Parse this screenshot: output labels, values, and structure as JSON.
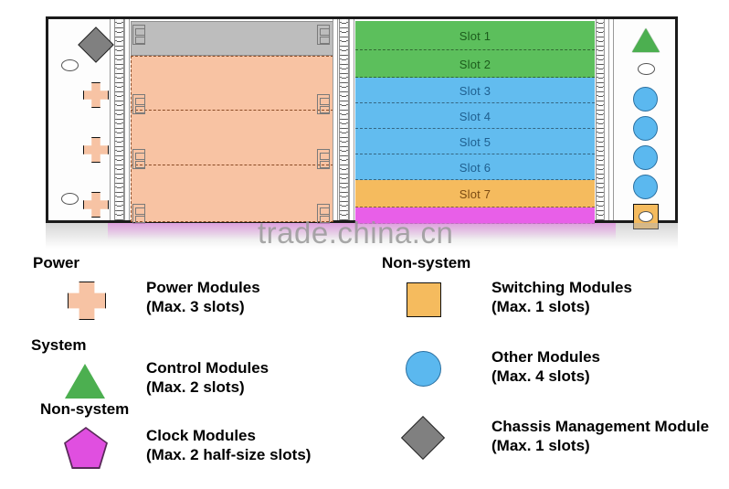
{
  "diagram": {
    "watermark": "trade.china.cn",
    "slots": [
      {
        "label": "Slot 1",
        "type": "control",
        "color": "#5cbf5c"
      },
      {
        "label": "Slot 2",
        "type": "control",
        "color": "#5cbf5c"
      },
      {
        "label": "Slot 3",
        "type": "other",
        "color": "#62bcef"
      },
      {
        "label": "Slot 4",
        "type": "other",
        "color": "#62bcef"
      },
      {
        "label": "Slot 5",
        "type": "other",
        "color": "#62bcef"
      },
      {
        "label": "Slot 6",
        "type": "other",
        "color": "#62bcef"
      },
      {
        "label": "Slot 7",
        "type": "switching",
        "color": "#f5bb5e"
      },
      {
        "label": "",
        "type": "clock",
        "color": "#e85fe8"
      }
    ],
    "left_ear_glyphs": [
      {
        "name": "chassis-management-diamond",
        "shape": "diamond",
        "color": "#808080"
      },
      {
        "name": "power-module-cross-1",
        "shape": "cross",
        "color": "#f7c3a4"
      },
      {
        "name": "power-module-cross-2",
        "shape": "cross",
        "color": "#f7c3a4"
      },
      {
        "name": "power-module-cross-3",
        "shape": "cross",
        "color": "#f7c3a4"
      }
    ],
    "right_ear_glyphs": [
      {
        "name": "control-module-triangle",
        "shape": "triangle",
        "color": "#4caf50"
      },
      {
        "name": "other-module-circle-1",
        "shape": "circle",
        "color": "#5bb8ef"
      },
      {
        "name": "other-module-circle-2",
        "shape": "circle",
        "color": "#5bb8ef"
      },
      {
        "name": "other-module-circle-3",
        "shape": "circle",
        "color": "#5bb8ef"
      },
      {
        "name": "other-module-circle-4",
        "shape": "circle",
        "color": "#5bb8ef"
      },
      {
        "name": "switching-module-square",
        "shape": "square",
        "color": "#f5bb5e"
      }
    ],
    "power_zone": {
      "color": "#f8c3a3",
      "slot_count": 3
    },
    "gray_band": {
      "color": "#bdbdbd"
    }
  },
  "legend": {
    "left": {
      "groups": [
        {
          "heading": "Power"
        },
        {
          "heading": "System"
        },
        {
          "heading": "Non-system"
        }
      ],
      "items": [
        {
          "icon": "cross-icon",
          "title": "Power Modules",
          "detail": "(Max. 3 slots)",
          "color": "#f7c3a4"
        },
        {
          "icon": "triangle-icon",
          "title": "Control Modules",
          "detail": "(Max. 2 slots)",
          "color": "#4caf50"
        },
        {
          "icon": "pentagon-icon",
          "title": "Clock Modules",
          "detail": "(Max. 2 half-size slots)",
          "color": "#e04fe0"
        }
      ]
    },
    "right": {
      "groups": [
        {
          "heading": "Non-system"
        }
      ],
      "items": [
        {
          "icon": "square-icon",
          "title": "Switching Modules",
          "detail": "(Max. 1 slots)",
          "color": "#f5bb5e"
        },
        {
          "icon": "circle-icon",
          "title": "Other Modules",
          "detail": "(Max. 4 slots)",
          "color": "#5bb8ef"
        },
        {
          "icon": "diamond-icon",
          "title": "Chassis Management Module",
          "detail": "(Max. 1 slots)",
          "color": "#808080"
        }
      ]
    }
  }
}
